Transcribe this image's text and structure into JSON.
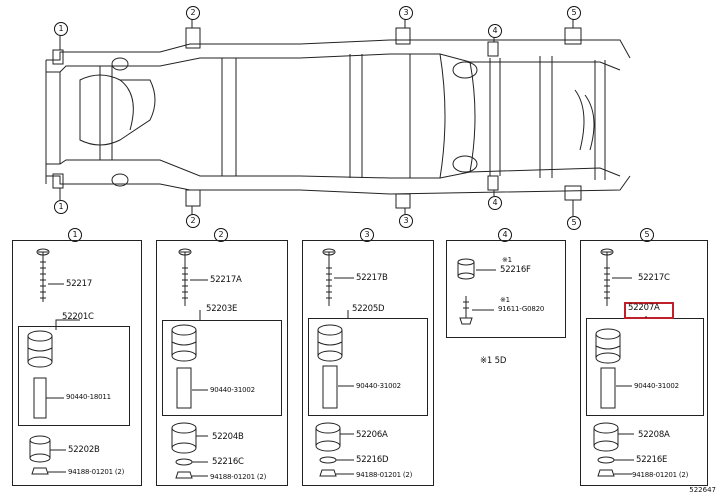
{
  "frame_callouts": {
    "top": [
      "1",
      "2",
      "3",
      "4",
      "5"
    ],
    "bottom": [
      "1",
      "2",
      "3",
      "4",
      "5"
    ]
  },
  "panels": [
    {
      "number": "1",
      "bolt": "52217",
      "group": "52201C",
      "sleeve": "90440-18011",
      "lower": "52202B",
      "nut": "94188-01201 (2)"
    },
    {
      "number": "2",
      "bolt": "52217A",
      "group": "52203E",
      "sleeve": "90440-31002",
      "lower": "52204B",
      "washer": "52216C",
      "nut": "94188-01201 (2)"
    },
    {
      "number": "3",
      "bolt": "52217B",
      "group": "52205D",
      "sleeve": "90440-31002",
      "lower": "52206A",
      "washer": "52216D",
      "nut": "94188-01201 (2)"
    },
    {
      "number": "4",
      "cushion_mark": "※1",
      "cushion": "52216F",
      "bolt_mark": "※1",
      "bolt": "91611-G0820",
      "footnote": "※1 5D"
    },
    {
      "number": "5",
      "bolt": "52217C",
      "group": "52207A",
      "sleeve": "90440-31002",
      "lower": "52208A",
      "washer": "52216E",
      "nut": "94188-01201 (2)"
    }
  ],
  "highlight_part": "52207A",
  "highlight_color": "#c0202a",
  "diagram_id": "522647"
}
